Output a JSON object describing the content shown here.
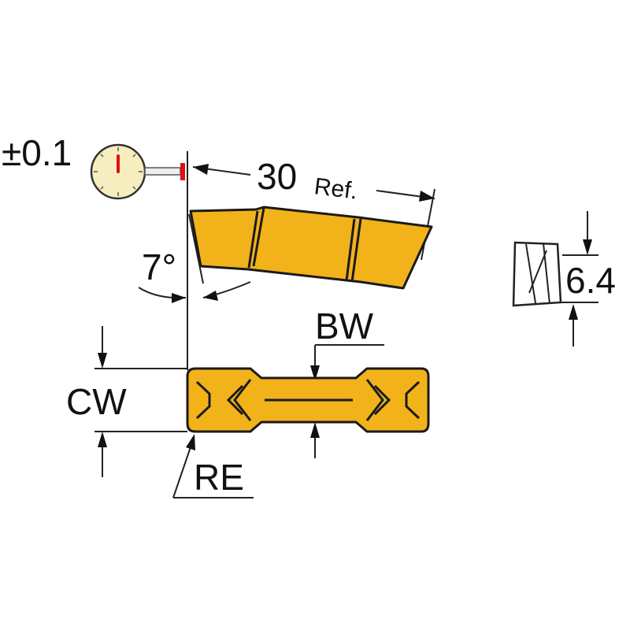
{
  "diagram": {
    "tolerance_label": "±0.1",
    "length_label": "30",
    "length_suffix": "Ref.",
    "angle_label": "7°",
    "height_label": "6.4",
    "bw_label": "BW",
    "cw_label": "CW",
    "re_label": "RE",
    "colors": {
      "insert_fill": "#f2b21a",
      "gauge_face": "#f7eec0",
      "gauge_needle": "#e01010",
      "outline": "#1a1a1a"
    }
  }
}
